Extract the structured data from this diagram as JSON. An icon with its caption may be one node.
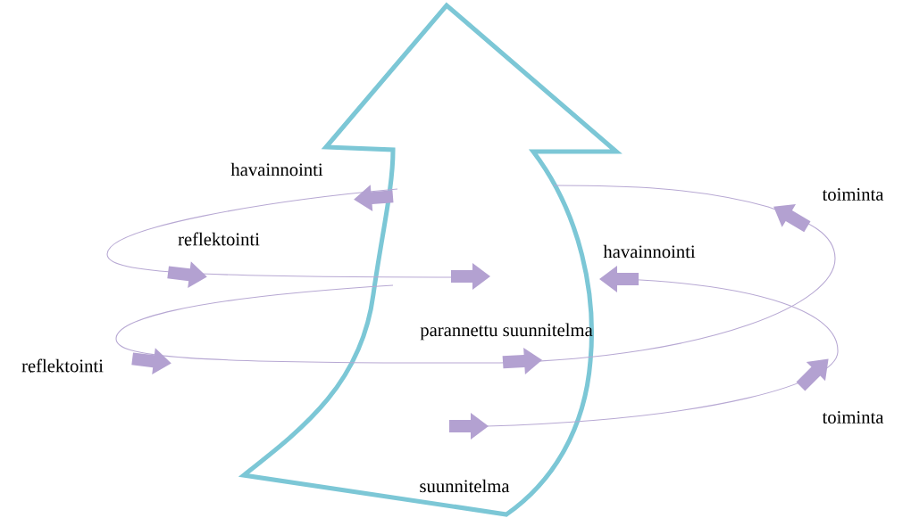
{
  "diagram": {
    "labels": [
      "havainnointi",
      "toiminta",
      "reflektointi",
      "havainnointi",
      "parannettu  suunnitelma",
      "reflektointi",
      "toiminta",
      "suunnitelma"
    ]
  }
}
